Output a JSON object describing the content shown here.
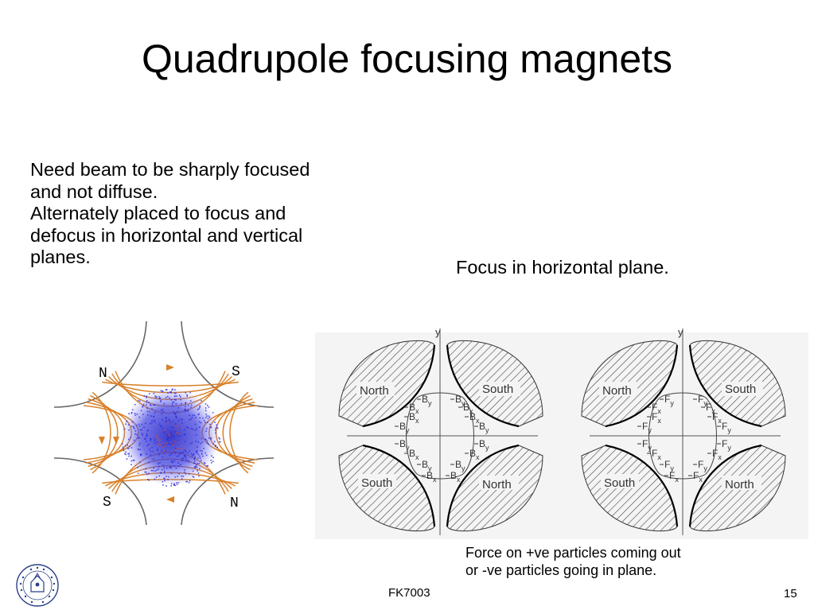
{
  "slide": {
    "title": "Quadrupole focusing magnets",
    "body_lines": [
      "Need beam to be sharply focused",
      "and not diffuse.",
      "Alternately placed to focus and",
      "defocus in horizontal and vertical",
      "planes."
    ],
    "focus_caption": "Focus in horizontal plane.",
    "force_caption_lines": [
      "Force on +ve particles coming out",
      "or -ve particles going in plane."
    ],
    "footer": "FK7003",
    "page_number": "15"
  },
  "quad_field": {
    "poles": {
      "top_left": "N",
      "top_right": "S",
      "bottom_left": "S",
      "bottom_right": "N"
    },
    "colors": {
      "field_lines": "#d8802a",
      "beam": "#2a2ad8",
      "beam_core": "#d84a2a"
    }
  },
  "diagram_left": {
    "axis_y": "y",
    "poles": {
      "top_left": "North",
      "top_right": "South",
      "bottom_left": "South",
      "bottom_right": "North"
    },
    "component_base": "B",
    "component_subs": [
      "x",
      "y"
    ]
  },
  "diagram_right": {
    "axis_y": "y",
    "poles": {
      "top_left": "North",
      "top_right": "South",
      "bottom_left": "South",
      "bottom_right": "North"
    },
    "component_base": "F",
    "component_subs": [
      "x",
      "y"
    ]
  },
  "logo": {
    "name": "stockholm-university-seal",
    "lettering": "UNIVERSITET STOCKHOLMS"
  }
}
